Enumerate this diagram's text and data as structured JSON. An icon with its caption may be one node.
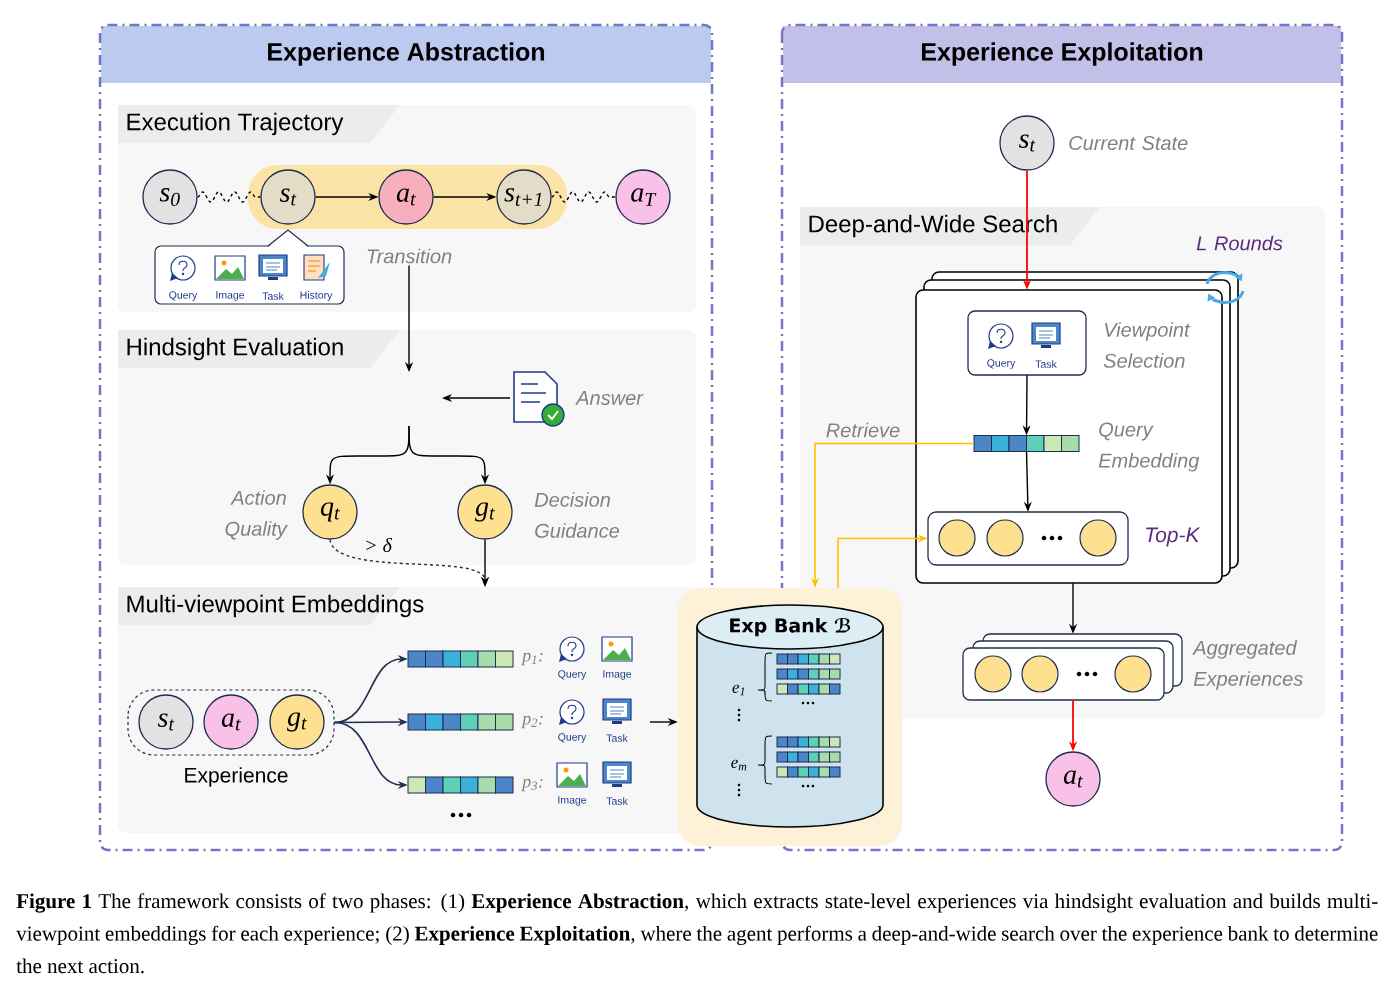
{
  "diagram": {
    "caption": "**Figure 1** The framework consists of two phases: (1) **Experience Abstraction**, which extracts state-level experiences via hindsight evaluation and builds multi-viewpoint embeddings for each experience; (2) **Experience Exploitation**, where the agent performs a deep-and-wide search over the experience bank to determine the next action.",
    "nodes": [
      {
        "text": [
          "Experience Abstraction"
        ]
      },
      {
        "text": [
          "Execution Trajectory"
        ],
        "in": 0
      },
      {
        "text": [
          "s$_{0}$"
        ],
        "in": 1
      },
      {
        "text": [],
        "shape": "box",
        "in": 1
      },
      {
        "text": [
          "s$_{t}$"
        ],
        "in": 3
      },
      {
        "text": [
          "a$_{t}$"
        ],
        "in": 3
      },
      {
        "text": [
          "s$_{t+1}$"
        ],
        "in": 3
      },
      {
        "text": [
          "a$_{T}$"
        ],
        "in": 1
      },
      {
        "text": [
          "Query",
          "Image",
          "Task",
          "History"
        ],
        "in": 1
      },
      {
        "text": [
          "Transition"
        ],
        "in": 1
      },
      {
        "text": [
          "Hindsight Evaluation"
        ],
        "in": 0
      },
      {
        "text": [
          "Answer"
        ],
        "in": 10
      },
      {
        "text": [
          "q$_{t}$"
        ],
        "beside": [
          "Action Quality"
        ],
        "in": 10
      },
      {
        "text": [
          "g$_{t}$"
        ],
        "beside": [
          "Decision Guidance"
        ],
        "in": 10
      },
      {
        "text": [
          "Multi-viewpoint Embeddings"
        ],
        "in": 0
      },
      {
        "text": [
          "Experience"
        ],
        "in": 14
      },
      {
        "text": [
          "s$_{t}$"
        ],
        "in": 15
      },
      {
        "text": [
          "a$_{t}$"
        ],
        "in": 15
      },
      {
        "text": [
          "g$_{t}$"
        ],
        "in": 15
      },
      {
        "text": [],
        "shape": "bar",
        "beside": [
          "p$_{1}$:",
          "Query",
          "Image"
        ],
        "in": 14
      },
      {
        "text": [],
        "shape": "bar",
        "beside": [
          "p$_{2}$:",
          "Query",
          "Task"
        ],
        "in": 14
      },
      {
        "text": [],
        "shape": "bar",
        "beside": [
          "p$_{3}$:",
          "Image",
          "Task"
        ],
        "in": 14
      },
      {
        "text": [
          "Exp Bank ℬ",
          "e$_{1}$",
          "e$_{m}$"
        ]
      },
      {
        "text": [
          "Experience Exploitation"
        ]
      },
      {
        "text": [
          "s$_{t}$"
        ],
        "beside": [
          "Current State"
        ],
        "in": 23
      },
      {
        "text": [
          "Deep-and-Wide Search"
        ],
        "in": 23
      },
      {
        "text": [],
        "shape": "box",
        "beside": [
          "L Rounds"
        ],
        "in": 25
      },
      {
        "text": [
          "Query",
          "Task"
        ],
        "beside": [
          "Viewpoint Selection"
        ],
        "in": 26
      },
      {
        "text": [],
        "shape": "bar",
        "beside": [
          "Query Embedding"
        ],
        "in": 26
      },
      {
        "text": [],
        "shape": "box",
        "beside": [
          "Top-K"
        ],
        "in": 26
      },
      {
        "text": [],
        "shape": "box",
        "beside": [
          "Aggregated Experiences"
        ],
        "in": 25
      },
      {
        "text": [
          "a$_{t}$"
        ],
        "in": 23
      }
    ],
    "edges": [
      {
        "from": 2,
        "to": 4,
        "arrow": "none",
        "style": "dashed"
      },
      {
        "from": 4,
        "to": 5,
        "arrow": "to"
      },
      {
        "from": 5,
        "to": 6,
        "arrow": "to"
      },
      {
        "from": 6,
        "to": 7,
        "arrow": "none",
        "style": "dashed"
      },
      {
        "from": 9,
        "to": null,
        "arrow": "to"
      },
      {
        "from": 11,
        "to": null,
        "arrow": "to"
      },
      {
        "from": null,
        "to": 12,
        "arrow": "to"
      },
      {
        "from": null,
        "to": 13,
        "arrow": "to"
      },
      {
        "from": 12,
        "to": 14,
        "arrow": "to",
        "style": "dashed",
        "color": "#1f2d50",
        "label": "> δ"
      },
      {
        "from": 13,
        "to": 14,
        "arrow": "to"
      },
      {
        "from": 15,
        "to": 19,
        "arrow": "to",
        "color": "#1f2d50"
      },
      {
        "from": 15,
        "to": 20,
        "arrow": "to",
        "color": "#1f2d50"
      },
      {
        "from": 15,
        "to": 21,
        "arrow": "to",
        "color": "#1f2d50"
      },
      {
        "from": null,
        "to": 22,
        "arrow": "to"
      },
      {
        "from": 24,
        "to": 26,
        "arrow": "to",
        "color": "#ff0000"
      },
      {
        "from": 27,
        "to": 28,
        "arrow": "to"
      },
      {
        "from": 28,
        "to": 29,
        "arrow": "to"
      },
      {
        "from": 28,
        "to": 22,
        "arrow": "to",
        "color": "#ffc000",
        "label": "Retrieve"
      },
      {
        "from": 22,
        "to": 29,
        "arrow": "to",
        "color": "#ffc000"
      },
      {
        "from": 26,
        "to": 30,
        "arrow": "to"
      },
      {
        "from": 30,
        "to": 31,
        "arrow": "to",
        "color": "#ff0000"
      }
    ]
  }
}
